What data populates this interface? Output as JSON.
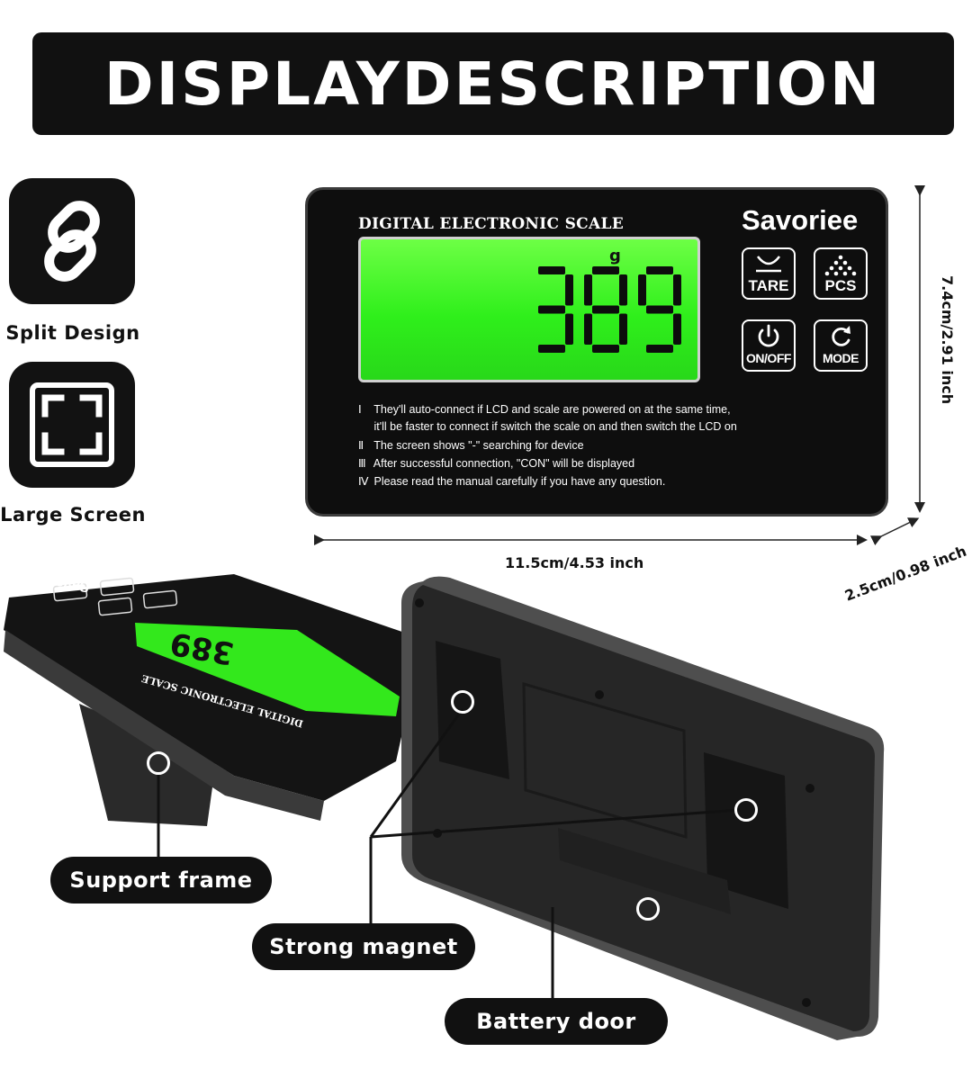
{
  "banner": {
    "title": "DISPLAYDESCRIPTION"
  },
  "features": [
    {
      "label": "Split Design",
      "icon": "link-icon"
    },
    {
      "label": "Large Screen",
      "icon": "fullscreen-icon"
    }
  ],
  "device": {
    "title": "DIGITAL  ELECTRONIC  SCALE",
    "brand": "Savoriee",
    "display": {
      "unit": "g",
      "value": "389"
    },
    "keys": [
      {
        "label": "TARE",
        "icon": "tare-icon"
      },
      {
        "label": "PCS",
        "icon": "pcs-dots-icon"
      },
      {
        "label": "ON/OFF",
        "icon": "power-icon"
      },
      {
        "label": "MODE",
        "icon": "refresh-icon"
      }
    ],
    "notes": [
      {
        "num": "Ⅰ",
        "text": "They'll auto-connect if LCD and scale are powered on at the same time,"
      },
      {
        "num": "",
        "text": "it'll be faster to connect if switch the scale on and then switch the LCD on"
      },
      {
        "num": "Ⅱ",
        "text": "The screen shows \"-\" searching for device"
      },
      {
        "num": "Ⅲ",
        "text": "After successful connection, \"CON\" will be displayed"
      },
      {
        "num": "Ⅳ",
        "text": "Please read the manual carefully if you have any question."
      }
    ]
  },
  "dimensions": {
    "width": "11.5cm/4.53 inch",
    "height": "7.4cm/2.91 inch",
    "depth": "2.5cm/0.98 inch"
  },
  "photo": {
    "front_display_value": "389",
    "front_brand": "Savoriee",
    "front_title": "DIGITAL ELECTRONIC SCALE"
  },
  "callouts": {
    "support_frame": "Support frame",
    "strong_magnet": "Strong magnet",
    "battery_door": "Battery door"
  },
  "colors": {
    "lcd_green": "#2fef1b",
    "panel_black": "#0e0e0e",
    "banner_black": "#111111"
  }
}
